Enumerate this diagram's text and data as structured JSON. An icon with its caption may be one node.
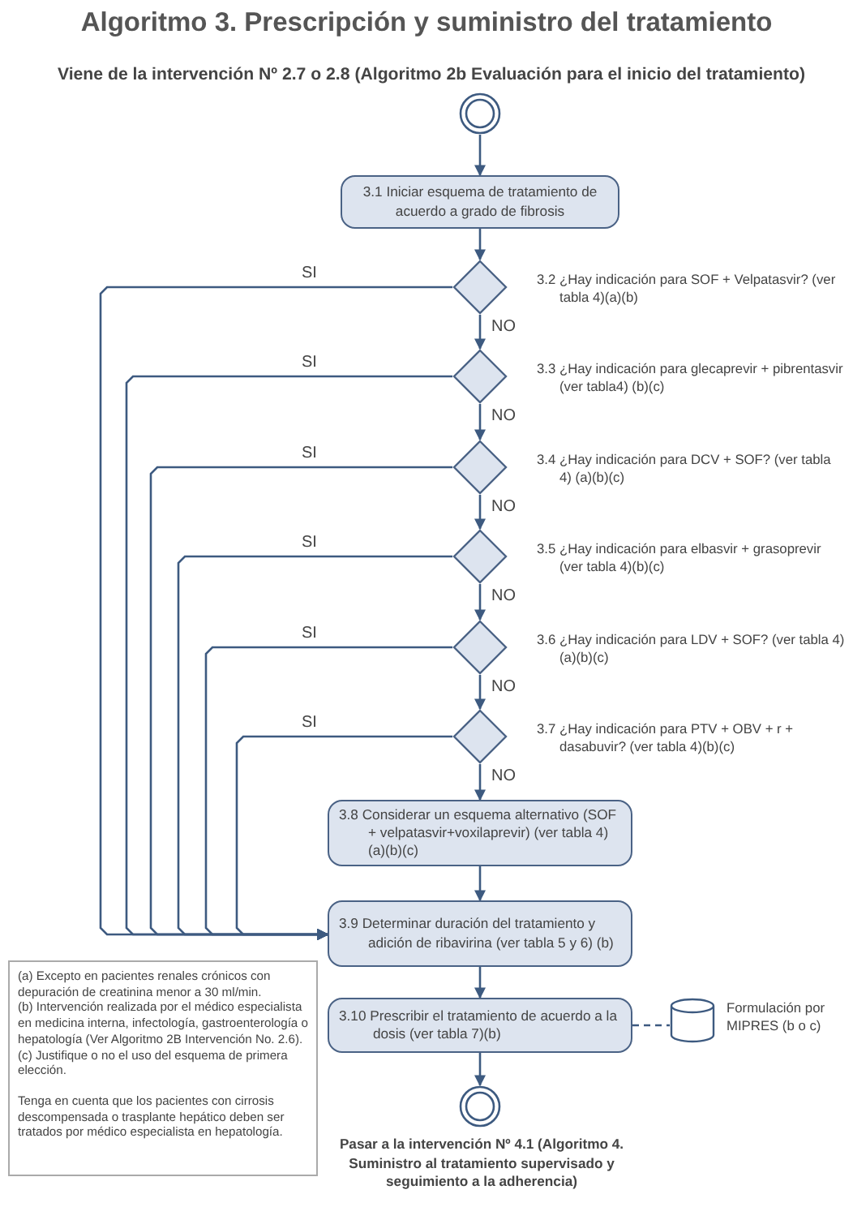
{
  "diagram": {
    "title": "Algoritmo 3. Prescripción y suministro del tratamiento",
    "nodes": [
      {
        "text": [],
        "shape": "circle",
        "beside": [
          "Viene de la intervención Nº 2.7 o 2.8 (Algoritmo 2b Evaluación para el inicio del tratamiento)"
        ]
      },
      {
        "text": [
          "3.1 Iniciar esquema de tratamiento de acuerdo a grado de fibrosis"
        ]
      },
      {
        "text": [],
        "shape": "diamond",
        "beside": [
          "3.2 ¿Hay indicación para SOF + Velpatasvir? (ver tabla 4)(a)(b)"
        ]
      },
      {
        "text": [],
        "shape": "diamond",
        "beside": [
          "3.3 ¿Hay indicación para glecaprevir + pibrentasvir (ver tabla4) (b)(c)"
        ]
      },
      {
        "text": [],
        "shape": "diamond",
        "beside": [
          "3.4 ¿Hay indicación para DCV + SOF? (ver tabla 4) (a)(b)(c)"
        ]
      },
      {
        "text": [],
        "shape": "diamond",
        "beside": [
          "3.5 ¿Hay indicación para elbasvir + grasoprevir (ver tabla 4)(b)(c)"
        ]
      },
      {
        "text": [],
        "shape": "diamond",
        "beside": [
          "3.6 ¿Hay indicación para LDV + SOF? (ver tabla 4) (a)(b)(c)"
        ]
      },
      {
        "text": [],
        "shape": "diamond",
        "beside": [
          "3.7 ¿Hay indicación para PTV + OBV + r + dasabuvir? (ver tabla 4)(b)(c)"
        ]
      },
      {
        "text": [
          "3.8 Considerar un esquema alternativo (SOF + velpatasvir+voxilaprevir) (ver tabla 4)(a)(b)(c)"
        ]
      },
      {
        "text": [
          "3.9 Determinar duración del tratamiento y adición de ribavirina (ver tabla 5 y 6) (b)"
        ]
      },
      {
        "text": [
          "3.10 Prescribir el tratamiento de acuerdo a la dosis (ver tabla 7)(b)"
        ]
      },
      {
        "text": [],
        "shape": "cylinder",
        "beside": [
          "Formulación por MIPRES (b o c)"
        ]
      },
      {
        "text": [],
        "shape": "circle",
        "beside": [
          "Pasar a la intervención Nº 4.1 (Algoritmo 4. Suministro al tratamiento supervisado y seguimiento a la adherencia)"
        ]
      },
      {
        "text": [
          "(a) Excepto en pacientes renales crónicos con depuración de creatinina menor a 30 ml/min.",
          "(b) Intervención realizada por el médico especialista en medicina interna, infectología, gastroenterología o hepatología (Ver Algoritmo 2B Intervención No. 2.6).",
          "(c) Justifique o no el uso del esquema de primera elección.",
          "Tenga en cuenta que los pacientes con cirrosis descompensada o trasplante hepático deben ser tratados por médico especialista en hepatología."
        ]
      }
    ],
    "edges": [
      {
        "from": 0,
        "to": 1,
        "arrow": "to"
      },
      {
        "from": 1,
        "to": 2,
        "arrow": "to"
      },
      {
        "from": 2,
        "to": 3,
        "arrow": "to",
        "label": "NO"
      },
      {
        "from": 3,
        "to": 4,
        "arrow": "to",
        "label": "NO"
      },
      {
        "from": 4,
        "to": 5,
        "arrow": "to",
        "label": "NO"
      },
      {
        "from": 5,
        "to": 6,
        "arrow": "to",
        "label": "NO"
      },
      {
        "from": 6,
        "to": 7,
        "arrow": "to",
        "label": "NO"
      },
      {
        "from": 7,
        "to": 8,
        "arrow": "to",
        "label": "NO"
      },
      {
        "from": 8,
        "to": 9,
        "arrow": "to"
      },
      {
        "from": 2,
        "to": 9,
        "arrow": "to",
        "label": "SI"
      },
      {
        "from": 3,
        "to": 9,
        "arrow": "to",
        "label": "SI"
      },
      {
        "from": 4,
        "to": 9,
        "arrow": "to",
        "label": "SI"
      },
      {
        "from": 5,
        "to": 9,
        "arrow": "to",
        "label": "SI"
      },
      {
        "from": 6,
        "to": 9,
        "arrow": "to",
        "label": "SI"
      },
      {
        "from": 7,
        "to": 9,
        "arrow": "to",
        "label": "SI"
      },
      {
        "from": 9,
        "to": 10,
        "arrow": "to"
      },
      {
        "from": 10,
        "to": 11,
        "arrow": "none",
        "style": "dashed"
      },
      {
        "from": 10,
        "to": 12,
        "arrow": "to"
      }
    ]
  }
}
